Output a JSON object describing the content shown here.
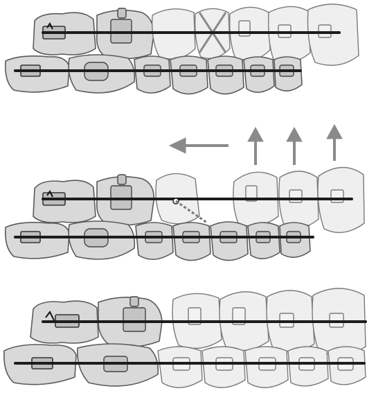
{
  "colors": {
    "background": "#ffffff",
    "tooth_fill": "#d9d9d9",
    "wire": "#1c1c1c",
    "arrow": "#8a8a8a"
  },
  "panels": [
    {
      "name": "panel-before",
      "upper_extraction_marked": true
    },
    {
      "name": "panel-movement",
      "arrows": [
        "left-arrow",
        "up-arrow",
        "up-arrow",
        "up-arrow"
      ]
    },
    {
      "name": "panel-after"
    }
  ]
}
